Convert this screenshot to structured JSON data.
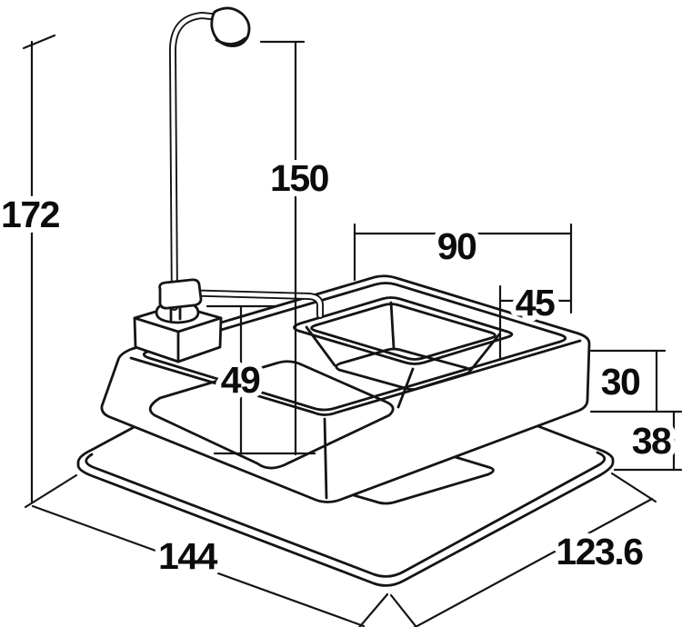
{
  "drawing": {
    "subject": "isometric technical drawing of shower bath unit with overhead shower pole",
    "line_color": "#141414",
    "background": "#ffffff"
  },
  "dimensions": {
    "total_height": "172",
    "shower_head_height": "150",
    "basin_top_width": "90",
    "basin_side_width": "45",
    "inner_floor_height": "49",
    "rim_to_base_height": "30",
    "base_height": "38",
    "overall_width": "144",
    "overall_depth": "123.6"
  }
}
